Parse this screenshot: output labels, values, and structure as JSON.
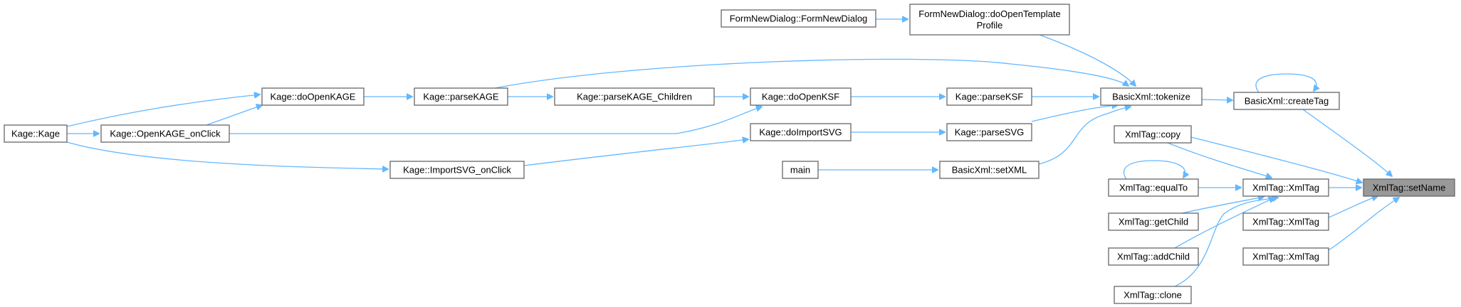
{
  "diagram": {
    "type": "call-graph",
    "direction": "right-to-left",
    "colors": {
      "edge": "#63b8ff",
      "node_border": "#666666",
      "node_fill": "#ffffff",
      "focus_fill": "#999999",
      "text": "#000000"
    },
    "nodes": [
      {
        "id": "setName",
        "lines": [
          "XmlTag::setName"
        ],
        "focus": true
      },
      {
        "id": "createTag",
        "lines": [
          "BasicXml::createTag"
        ]
      },
      {
        "id": "copy",
        "lines": [
          "XmlTag::copy"
        ]
      },
      {
        "id": "XmlTag1",
        "lines": [
          "XmlTag::XmlTag"
        ]
      },
      {
        "id": "XmlTag2",
        "lines": [
          "XmlTag::XmlTag"
        ]
      },
      {
        "id": "XmlTag3",
        "lines": [
          "XmlTag::XmlTag"
        ]
      },
      {
        "id": "tokenize",
        "lines": [
          "BasicXml::tokenize"
        ]
      },
      {
        "id": "equalTo",
        "lines": [
          "XmlTag::equalTo"
        ]
      },
      {
        "id": "getChild",
        "lines": [
          "XmlTag::getChild"
        ]
      },
      {
        "id": "addChild",
        "lines": [
          "XmlTag::addChild"
        ]
      },
      {
        "id": "clone",
        "lines": [
          "XmlTag::clone"
        ]
      },
      {
        "id": "doOpenTemplateProfile",
        "lines": [
          "FormNewDialog::doOpenTemplate",
          "Profile"
        ]
      },
      {
        "id": "FormNewDialog",
        "lines": [
          "FormNewDialog::FormNewDialog"
        ]
      },
      {
        "id": "parseKSF",
        "lines": [
          "Kage::parseKSF"
        ]
      },
      {
        "id": "parseSVG",
        "lines": [
          "Kage::parseSVG"
        ]
      },
      {
        "id": "setXML",
        "lines": [
          "BasicXml::setXML"
        ]
      },
      {
        "id": "main",
        "lines": [
          "main"
        ]
      },
      {
        "id": "doOpenKSF",
        "lines": [
          "Kage::doOpenKSF"
        ]
      },
      {
        "id": "doImportSVG",
        "lines": [
          "Kage::doImportSVG"
        ]
      },
      {
        "id": "parseKAGE_Children",
        "lines": [
          "Kage::parseKAGE_Children"
        ]
      },
      {
        "id": "parseKAGE",
        "lines": [
          "Kage::parseKAGE"
        ]
      },
      {
        "id": "doOpenKAGE",
        "lines": [
          "Kage::doOpenKAGE"
        ]
      },
      {
        "id": "OpenKAGE_onClick",
        "lines": [
          "Kage::OpenKAGE_onClick"
        ]
      },
      {
        "id": "ImportSVG_onClick",
        "lines": [
          "Kage::ImportSVG_onClick"
        ]
      },
      {
        "id": "Kage",
        "lines": [
          "Kage::Kage"
        ]
      }
    ],
    "edges": [
      {
        "from": "createTag",
        "to": "setName"
      },
      {
        "from": "copy",
        "to": "setName"
      },
      {
        "from": "XmlTag1",
        "to": "setName"
      },
      {
        "from": "XmlTag2",
        "to": "setName"
      },
      {
        "from": "XmlTag3",
        "to": "setName"
      },
      {
        "from": "createTag",
        "to": "createTag"
      },
      {
        "from": "tokenize",
        "to": "createTag"
      },
      {
        "from": "copy",
        "to": "XmlTag1"
      },
      {
        "from": "equalTo",
        "to": "XmlTag1"
      },
      {
        "from": "getChild",
        "to": "XmlTag1"
      },
      {
        "from": "addChild",
        "to": "XmlTag1"
      },
      {
        "from": "clone",
        "to": "XmlTag1"
      },
      {
        "from": "equalTo",
        "to": "equalTo"
      },
      {
        "from": "doOpenTemplateProfile",
        "to": "tokenize"
      },
      {
        "from": "parseKAGE",
        "to": "tokenize"
      },
      {
        "from": "parseKSF",
        "to": "tokenize"
      },
      {
        "from": "parseSVG",
        "to": "tokenize"
      },
      {
        "from": "setXML",
        "to": "tokenize"
      },
      {
        "from": "FormNewDialog",
        "to": "doOpenTemplateProfile"
      },
      {
        "from": "doOpenKSF",
        "to": "parseKSF"
      },
      {
        "from": "doImportSVG",
        "to": "parseSVG"
      },
      {
        "from": "main",
        "to": "setXML"
      },
      {
        "from": "parseKAGE_Children",
        "to": "doOpenKSF"
      },
      {
        "from": "OpenKAGE_onClick",
        "to": "doOpenKSF"
      },
      {
        "from": "ImportSVG_onClick",
        "to": "doImportSVG"
      },
      {
        "from": "parseKAGE",
        "to": "parseKAGE_Children"
      },
      {
        "from": "doOpenKAGE",
        "to": "parseKAGE"
      },
      {
        "from": "Kage",
        "to": "doOpenKAGE"
      },
      {
        "from": "OpenKAGE_onClick",
        "to": "doOpenKAGE"
      },
      {
        "from": "Kage",
        "to": "OpenKAGE_onClick"
      },
      {
        "from": "Kage",
        "to": "ImportSVG_onClick"
      }
    ]
  }
}
